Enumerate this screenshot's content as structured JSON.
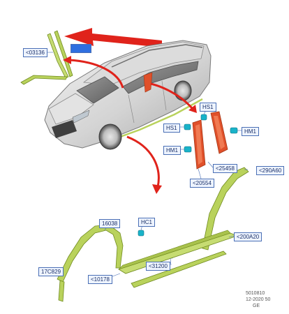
{
  "callouts": {
    "c03136": "<03136",
    "top_highlight": "",
    "hs1_top": "HS1",
    "hs1_left": "HS1",
    "hm1_right": "HM1",
    "hm1_left": "HM1",
    "c25458": "<25458",
    "c20554": "<20554",
    "c290a60": "<290A60",
    "c16038": "16038",
    "hc1": "HC1",
    "c200a20": "<200A20",
    "c17c829": "17C829",
    "c31200": "<31200",
    "c10178": "<10178"
  },
  "footer": {
    "code": "5010810",
    "date": "12-2020 50",
    "region": "GE"
  },
  "colors": {
    "red_part": "#e0502a",
    "green_part": "#b9d25c",
    "arrow_red": "#e0231b",
    "callout_border": "#4a6fb5",
    "callout_fill": "#eef4ff",
    "clip_cyan": "#19b3c9"
  }
}
